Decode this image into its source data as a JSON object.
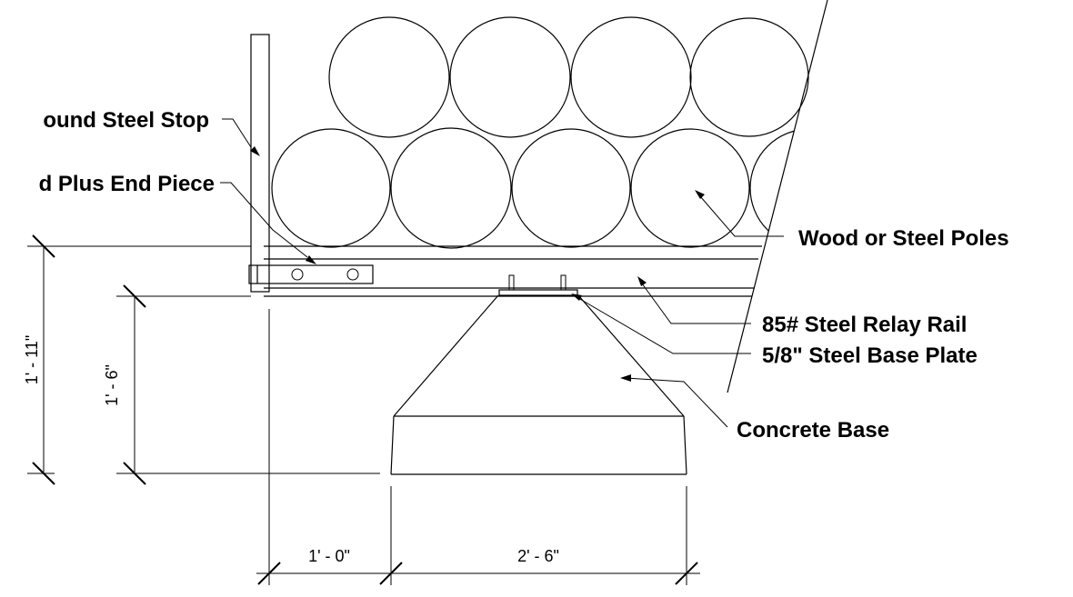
{
  "callouts": {
    "steel_stop": "ound Steel Stop",
    "end_piece": "d Plus End Piece",
    "poles": "Wood or Steel Poles",
    "relay_rail": "85# Steel Relay Rail",
    "base_plate": "5/8\" Steel Base Plate",
    "concrete_base": "Concrete Base"
  },
  "dimensions": {
    "overall_height": "1' - 11\"",
    "base_height": "1' - 6\"",
    "offset_width": "1' - 0\"",
    "base_width": "2' - 6\""
  },
  "colors": {
    "ink": "#000000",
    "paper": "#ffffff"
  }
}
